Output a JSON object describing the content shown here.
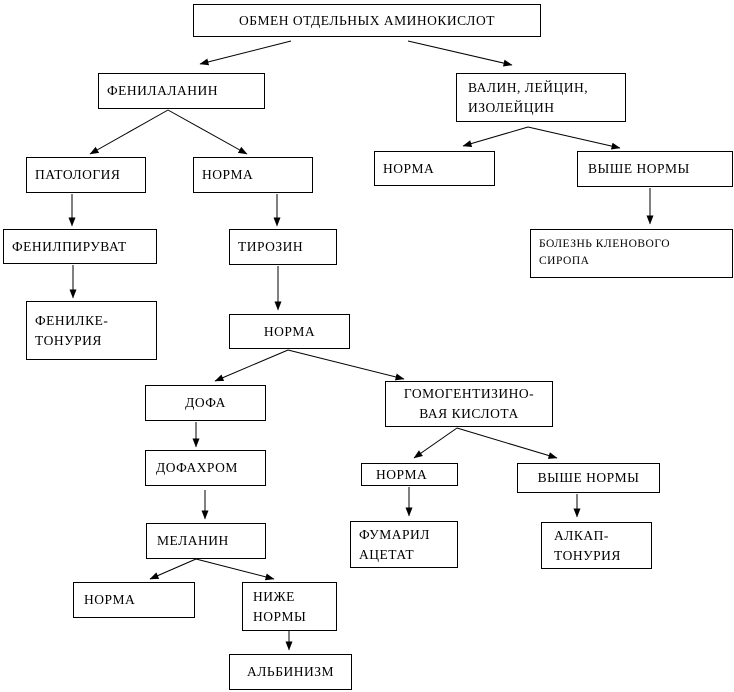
{
  "diagram": {
    "title": "ОБМЕН ОТДЕЛЬНЫХ АМИНОКИСЛОТ",
    "type": "flowchart",
    "colors": {
      "background": "#ffffff",
      "box_fill": "#ffffff",
      "box_border": "#000000",
      "text": "#000000",
      "arrow": "#000000"
    },
    "nodes": {
      "root": {
        "label": "ОБМЕН ОТДЕЛЬНЫХ АМИНОКИСЛОТ"
      },
      "phenylalanine": {
        "label": "ФЕНИЛАЛАНИН"
      },
      "valine_leucine_isoleucine": {
        "label": "ВАЛИН, ЛЕЙЦИН,\nИЗОЛЕЙЦИН"
      },
      "pathology": {
        "label": "ПАТОЛОГИЯ"
      },
      "norm_phe": {
        "label": "НОРМА"
      },
      "norm_val": {
        "label": "НОРМА"
      },
      "above_norm_val": {
        "label": "ВЫШЕ НОРМЫ"
      },
      "phenylpyruvate": {
        "label": "ФЕНИЛПИРУВАТ"
      },
      "tyrosine": {
        "label": "ТИРОЗИН"
      },
      "maple_syrup_disease": {
        "label": "БОЛЕЗНЬ КЛЕНОВОГО\nСИРОПА"
      },
      "phenylketonuria": {
        "label": "ФЕНИЛКЕ-\nТОНУРИЯ"
      },
      "norm_tyr": {
        "label": "НОРМА"
      },
      "dopa": {
        "label": "ДОФА"
      },
      "homogentisic_acid": {
        "label": "ГОМОГЕНТИЗИНО-\nВАЯ КИСЛОТА"
      },
      "dopachrome": {
        "label": "ДОФАХРОМ"
      },
      "norm_homo": {
        "label": "НОРМА"
      },
      "above_norm_homo": {
        "label": "ВЫШЕ НОРМЫ"
      },
      "melanin": {
        "label": "МЕЛАНИН"
      },
      "fumaryl_acetate": {
        "label": "ФУМАРИЛ\nАЦЕТАТ"
      },
      "alkaptonuria": {
        "label": "АЛКАП-\nТОНУРИЯ"
      },
      "norm_melanin": {
        "label": "НОРМА"
      },
      "below_norm": {
        "label": "НИЖЕ\nНОРМЫ"
      },
      "albinism": {
        "label": "АЛЬБИНИЗМ"
      }
    },
    "edges": [
      {
        "from": "root",
        "to": "phenylalanine"
      },
      {
        "from": "root",
        "to": "valine_leucine_isoleucine"
      },
      {
        "from": "phenylalanine",
        "to": "pathology"
      },
      {
        "from": "phenylalanine",
        "to": "norm_phe"
      },
      {
        "from": "pathology",
        "to": "phenylpyruvate"
      },
      {
        "from": "norm_phe",
        "to": "tyrosine"
      },
      {
        "from": "phenylpyruvate",
        "to": "phenylketonuria"
      },
      {
        "from": "tyrosine",
        "to": "norm_tyr"
      },
      {
        "from": "norm_tyr",
        "to": "dopa"
      },
      {
        "from": "norm_tyr",
        "to": "homogentisic_acid"
      },
      {
        "from": "dopa",
        "to": "dopachrome"
      },
      {
        "from": "dopachrome",
        "to": "melanin"
      },
      {
        "from": "melanin",
        "to": "norm_melanin"
      },
      {
        "from": "melanin",
        "to": "below_norm"
      },
      {
        "from": "below_norm",
        "to": "albinism"
      },
      {
        "from": "valine_leucine_isoleucine",
        "to": "norm_val"
      },
      {
        "from": "valine_leucine_isoleucine",
        "to": "above_norm_val"
      },
      {
        "from": "above_norm_val",
        "to": "maple_syrup_disease"
      },
      {
        "from": "homogentisic_acid",
        "to": "norm_homo"
      },
      {
        "from": "homogentisic_acid",
        "to": "above_norm_homo"
      },
      {
        "from": "norm_homo",
        "to": "fumaryl_acetate"
      },
      {
        "from": "above_norm_homo",
        "to": "alkaptonuria"
      }
    ]
  }
}
